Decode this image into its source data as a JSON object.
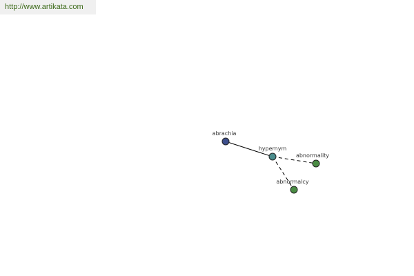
{
  "header": {
    "site_url": "http://www.artikata.com"
  },
  "graph": {
    "nodes": [
      {
        "id": "abrachia",
        "label": "abrachia",
        "color": "#3d4f8c"
      },
      {
        "id": "hypernym",
        "label": "hypernym",
        "color": "#4a8c8c"
      },
      {
        "id": "abnormality",
        "label": "abnormality",
        "color": "#4a8c44"
      },
      {
        "id": "abnormalcy",
        "label": "abnormalcy",
        "color": "#4a8c44"
      }
    ],
    "edges": [
      {
        "from": "abrachia",
        "to": "hypernym",
        "style": "solid"
      },
      {
        "from": "hypernym",
        "to": "abnormality",
        "style": "dashed"
      },
      {
        "from": "hypernym",
        "to": "abnormalcy",
        "style": "dashed"
      }
    ]
  }
}
